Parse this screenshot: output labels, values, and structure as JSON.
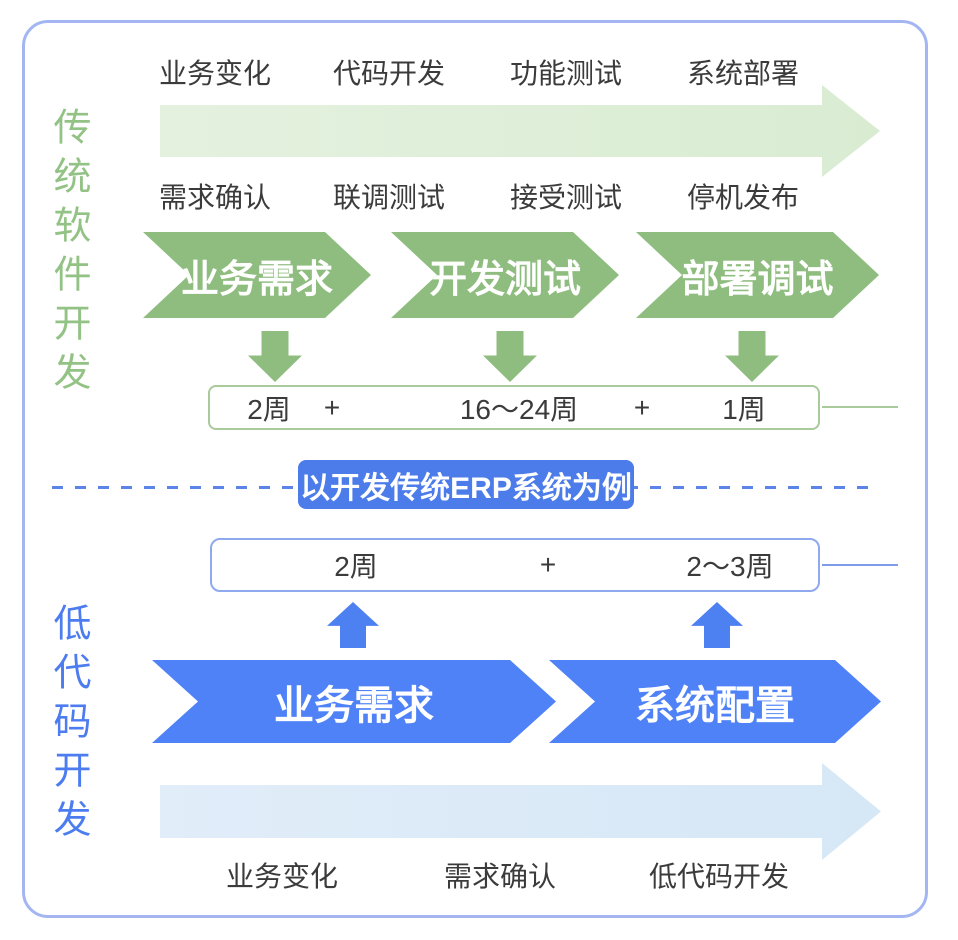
{
  "traditional": {
    "title": "传统软件开发",
    "timeline_top_labels": [
      "业务变化",
      "代码开发",
      "功能测试",
      "系统部署"
    ],
    "timeline_bottom_labels": [
      "需求确认",
      "联调测试",
      "接受测试",
      "停机发布"
    ],
    "stages": [
      "业务需求",
      "开发测试",
      "部署调试"
    ],
    "duration_items": [
      "2周",
      "+",
      "16～24周",
      "+",
      "1周"
    ]
  },
  "divider": {
    "badge_label": "以开发传统ERP系统为例"
  },
  "lowcode": {
    "title": "低代码开发",
    "duration_items": [
      "2周",
      "+",
      "2～3周"
    ],
    "stages": [
      "业务需求",
      "系统配置"
    ],
    "timeline_labels": [
      "业务变化",
      "需求确认",
      "低代码开发"
    ]
  },
  "colors": {
    "frame_border": "#a3b6f2",
    "green_title": "#93c285",
    "green_chevron": "#8fbd7f",
    "green_flow_arrow": "#dcedd6",
    "green_box_border": "#a9ca9b",
    "blue_title": "#4c7cf0",
    "blue_chevron": "#4f82f7",
    "blue_flow_arrow": "#dbe9f7",
    "blue_box_border": "#8fa9ee",
    "badge_bg": "#4c7bea",
    "dash_line": "#5b83e8",
    "label_text": "#3b3b3b",
    "chevron_text": "#ffffff"
  }
}
